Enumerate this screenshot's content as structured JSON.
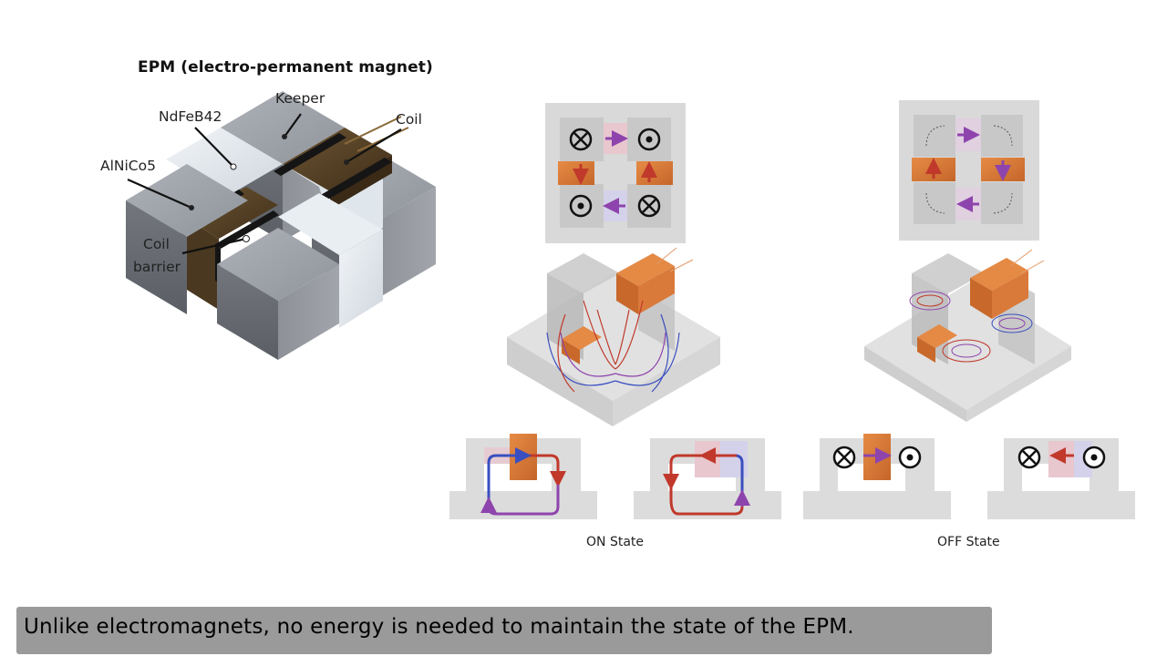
{
  "title": "EPM (electro-permanent magnet)",
  "labels": {
    "keeper": "Keeper",
    "ndfeb": "NdFeB42",
    "coil": "Coil",
    "alnico": "AlNiCo5",
    "coil_barrier_1": "Coil",
    "coil_barrier_2": "barrier"
  },
  "states": {
    "on": "ON State",
    "off": "OFF State"
  },
  "caption": "Unlike electromagnets, no energy is needed to maintain the state of the EPM.",
  "colors": {
    "keeper_gray": "#8c8f94",
    "coil_brown": "#5a4428",
    "magnet_orange": "#d97a3a",
    "flux_red": "#c0392b",
    "flux_blue": "#3a4fbf",
    "flux_purple": "#8e44ad",
    "caption_bg": "#9a9a9a"
  }
}
